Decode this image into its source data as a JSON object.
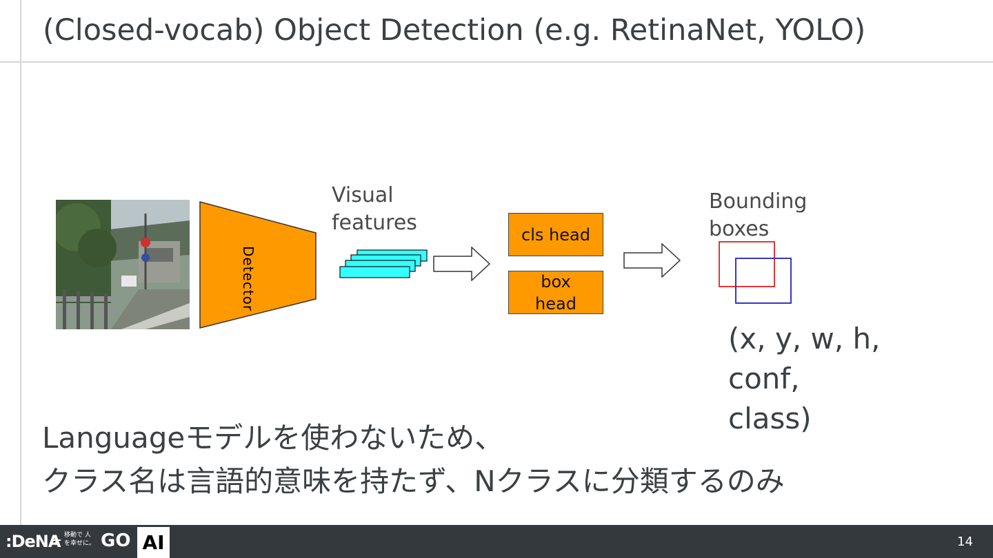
{
  "slide": {
    "title": "(Closed-vocab) Object Detection (e.g. RetinaNet, YOLO)",
    "page_number": "14"
  },
  "diagram": {
    "detector_label": "Detector",
    "visual_features_label": "Visual\nfeatures",
    "cls_head_label": "cls head",
    "box_head_label": "box\nhead",
    "bounding_boxes_label": "Bounding\nboxes",
    "output_text": "(x, y, w, h,\nconf,\nclass)",
    "colors": {
      "detector": "#ff9900",
      "feature_layer": "#33ffff",
      "box_red": "#e02020",
      "box_blue": "#2020c0"
    }
  },
  "description": {
    "line1": "Languageモデルを使わないため、",
    "line2": "クラス名は言語的意味を持たず、Nクラスに分類するのみ"
  },
  "footer": {
    "logo_dena": ":DeNA",
    "logo_plus": "+",
    "logo_jp": "移動で 人を幸せに。",
    "logo_go": "GO",
    "ai_badge": "AI"
  }
}
